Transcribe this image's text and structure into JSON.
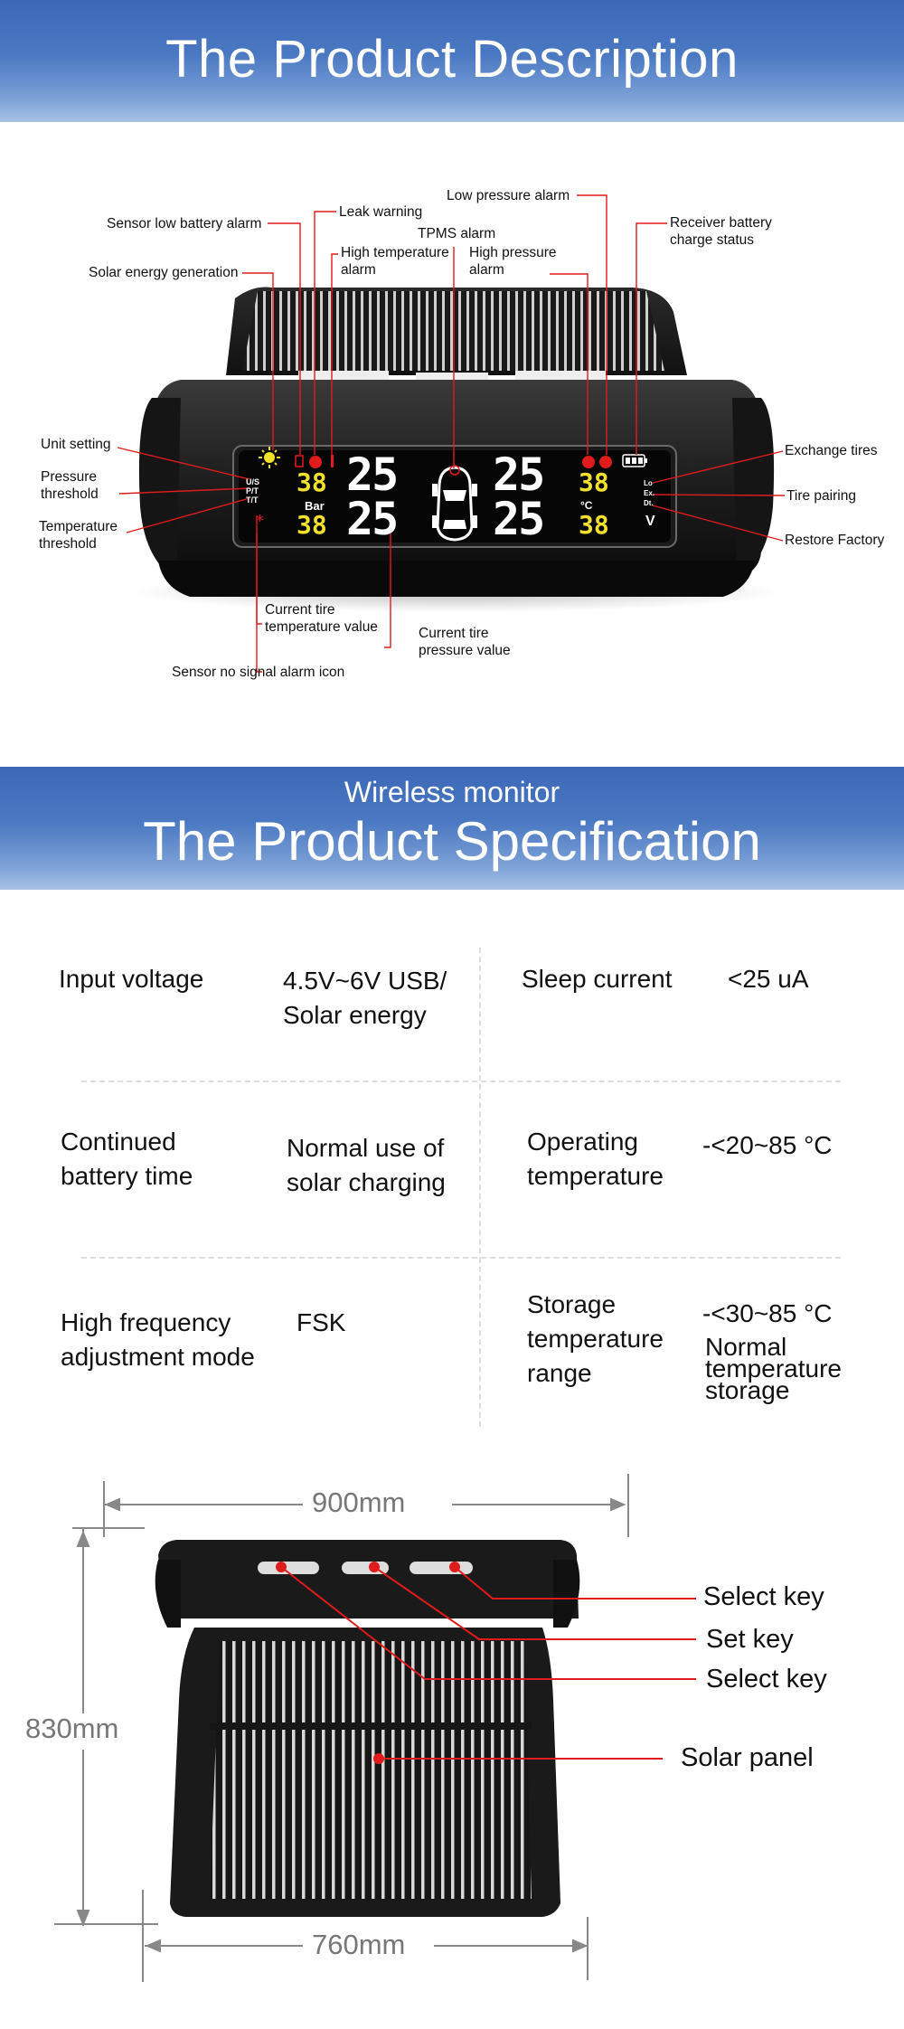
{
  "banner_top": {
    "title": "The Product Description"
  },
  "description": {
    "labels": {
      "low_pressure_alarm": "Low pressure alarm",
      "leak_warning": "Leak warning",
      "sensor_low_battery": "Sensor low battery alarm",
      "tpms_alarm": "TPMS alarm",
      "high_temp_alarm": [
        "High temperature",
        "alarm"
      ],
      "high_pressure_alarm": [
        "High pressure",
        "alarm"
      ],
      "receiver_battery": [
        "Receiver battery",
        "charge status"
      ],
      "solar_energy": "Solar energy generation",
      "unit_setting": "Unit setting",
      "pressure_threshold": [
        "Pressure",
        "threshold"
      ],
      "temperature_threshold": [
        "Temperature",
        "threshold"
      ],
      "exchange_tires": "Exchange tires",
      "tire_pairing": "Tire pairing",
      "restore_factory": "Restore Factory",
      "current_temp": [
        "Current tire",
        "temperature value"
      ],
      "current_pressure": [
        "Current tire",
        "pressure value"
      ],
      "no_signal": "Sensor no signal alarm icon"
    },
    "lcd": {
      "left_small_top": "38",
      "left_small_bottom": "38",
      "unit_bar": "Bar",
      "unit_c": "°C",
      "right_small_top": "38",
      "right_small_bottom": "38",
      "big_tl": "25",
      "big_bl": "25",
      "big_tr": "25",
      "big_br": "25",
      "left_codes": [
        "U/S",
        "P/T",
        "T/T"
      ],
      "right_codes": [
        "Lo",
        "Ex.",
        "Dt."
      ],
      "v_label": "V"
    },
    "colors": {
      "lcd_yellow": "#f2e12a",
      "lcd_white": "#ffffff",
      "alarm_red": "#e01b1b"
    }
  },
  "banner_spec": {
    "subtitle": "Wireless monitor",
    "title": "The Product Specification"
  },
  "spec": {
    "input_voltage_label": "Input voltage",
    "input_voltage_value": [
      "4.5V~6V USB/",
      "Solar energy"
    ],
    "sleep_current_label": "Sleep current",
    "sleep_current_value": "<25 uA",
    "battery_time_label": [
      "Continued",
      "battery time"
    ],
    "battery_time_value": [
      "Normal use of",
      "solar charging"
    ],
    "operating_temp_label": [
      "Operating",
      "temperature"
    ],
    "operating_temp_value": "-<20~85 °C",
    "hf_mode_label": [
      "High frequency",
      "adjustment mode"
    ],
    "hf_mode_value": "FSK",
    "storage_temp_label": [
      "Storage",
      "temperature",
      "range"
    ],
    "storage_temp_value": "-<30~85 °C",
    "storage_note": [
      "Normal",
      "temperature",
      "storage"
    ]
  },
  "dimensions": {
    "width_top": "900mm",
    "height": "830mm",
    "width_bottom": "760mm",
    "keys": {
      "select_key_1": "Select key",
      "set_key": "Set key",
      "select_key_2": "Select key",
      "solar_panel": "Solar panel"
    }
  }
}
